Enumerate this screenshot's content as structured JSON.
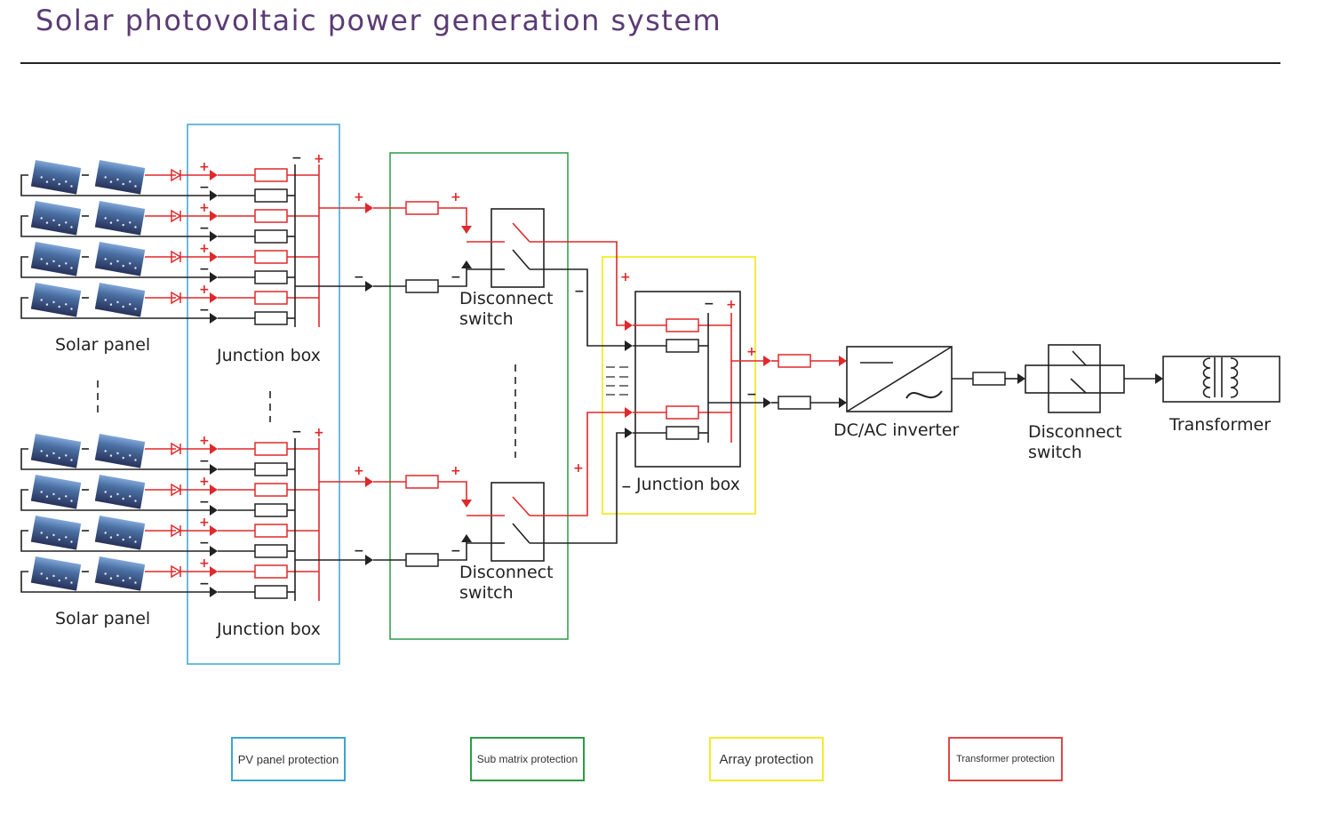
{
  "title": "Solar photovoltaic power generation system",
  "colors": {
    "title": "#5b3b75",
    "positive": "#e0292b",
    "negative": "#222222",
    "pv_panel_protection": "#3aa6d0",
    "sub_matrix_protection": "#2e9a4a",
    "array_protection": "#f2ec2c",
    "transformer_protection": "#e04848"
  },
  "labels": {
    "solar_panel": "Solar panel",
    "junction_box": "Junction box",
    "disconnect": "Disconnect",
    "switch": "switch",
    "dc_ac_inverter": "DC/AC inverter",
    "transformer": "Transformer",
    "plus": "+",
    "minus": "−"
  },
  "groups": [
    {
      "name": "upper",
      "panel_rows": 4,
      "panels_per_row": 2
    },
    {
      "name": "lower",
      "panel_rows": 4,
      "panels_per_row": 2
    }
  ],
  "legend": [
    {
      "id": "pv-panel-protection",
      "label": "PV panel protection",
      "color_key": "pv_panel_protection"
    },
    {
      "id": "sub-matrix-protection",
      "label": "Sub matrix protection",
      "color_key": "sub_matrix_protection"
    },
    {
      "id": "array-protection",
      "label": "Array protection",
      "color_key": "array_protection"
    },
    {
      "id": "transformer-protection",
      "label": "Transformer protection",
      "color_key": "transformer_protection"
    }
  ]
}
